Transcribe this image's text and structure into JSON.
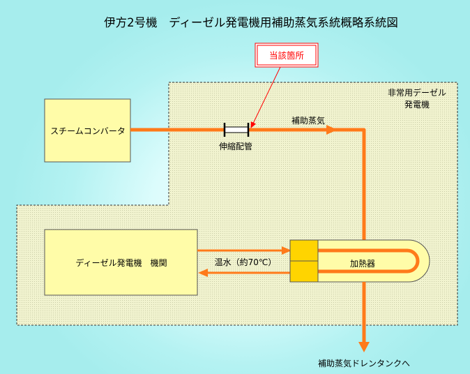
{
  "title": "伊方2号機　ディーゼル発電機用補助蒸気系統概略系統図",
  "labels": {
    "target_location": "当該箇所",
    "emergency_dg_line1": "非常用デーゼル",
    "emergency_dg_line2": "発電機",
    "steam_converter": "スチームコンバータ",
    "expansion_pipe": "伸縮配管",
    "aux_steam": "補助蒸気",
    "dg_engine": "ディーゼル発電機　機関",
    "hot_water": "温水（約70℃）",
    "heater": "加熱器",
    "drain_tank": "補助蒸気ドレンタンクへ"
  },
  "colors": {
    "pipe": "#ff7a1a",
    "box_fill": "#fffca8",
    "heater_block": "#ffd400",
    "callout": "#ff0000",
    "zone_fill": "#f1f3cf"
  }
}
